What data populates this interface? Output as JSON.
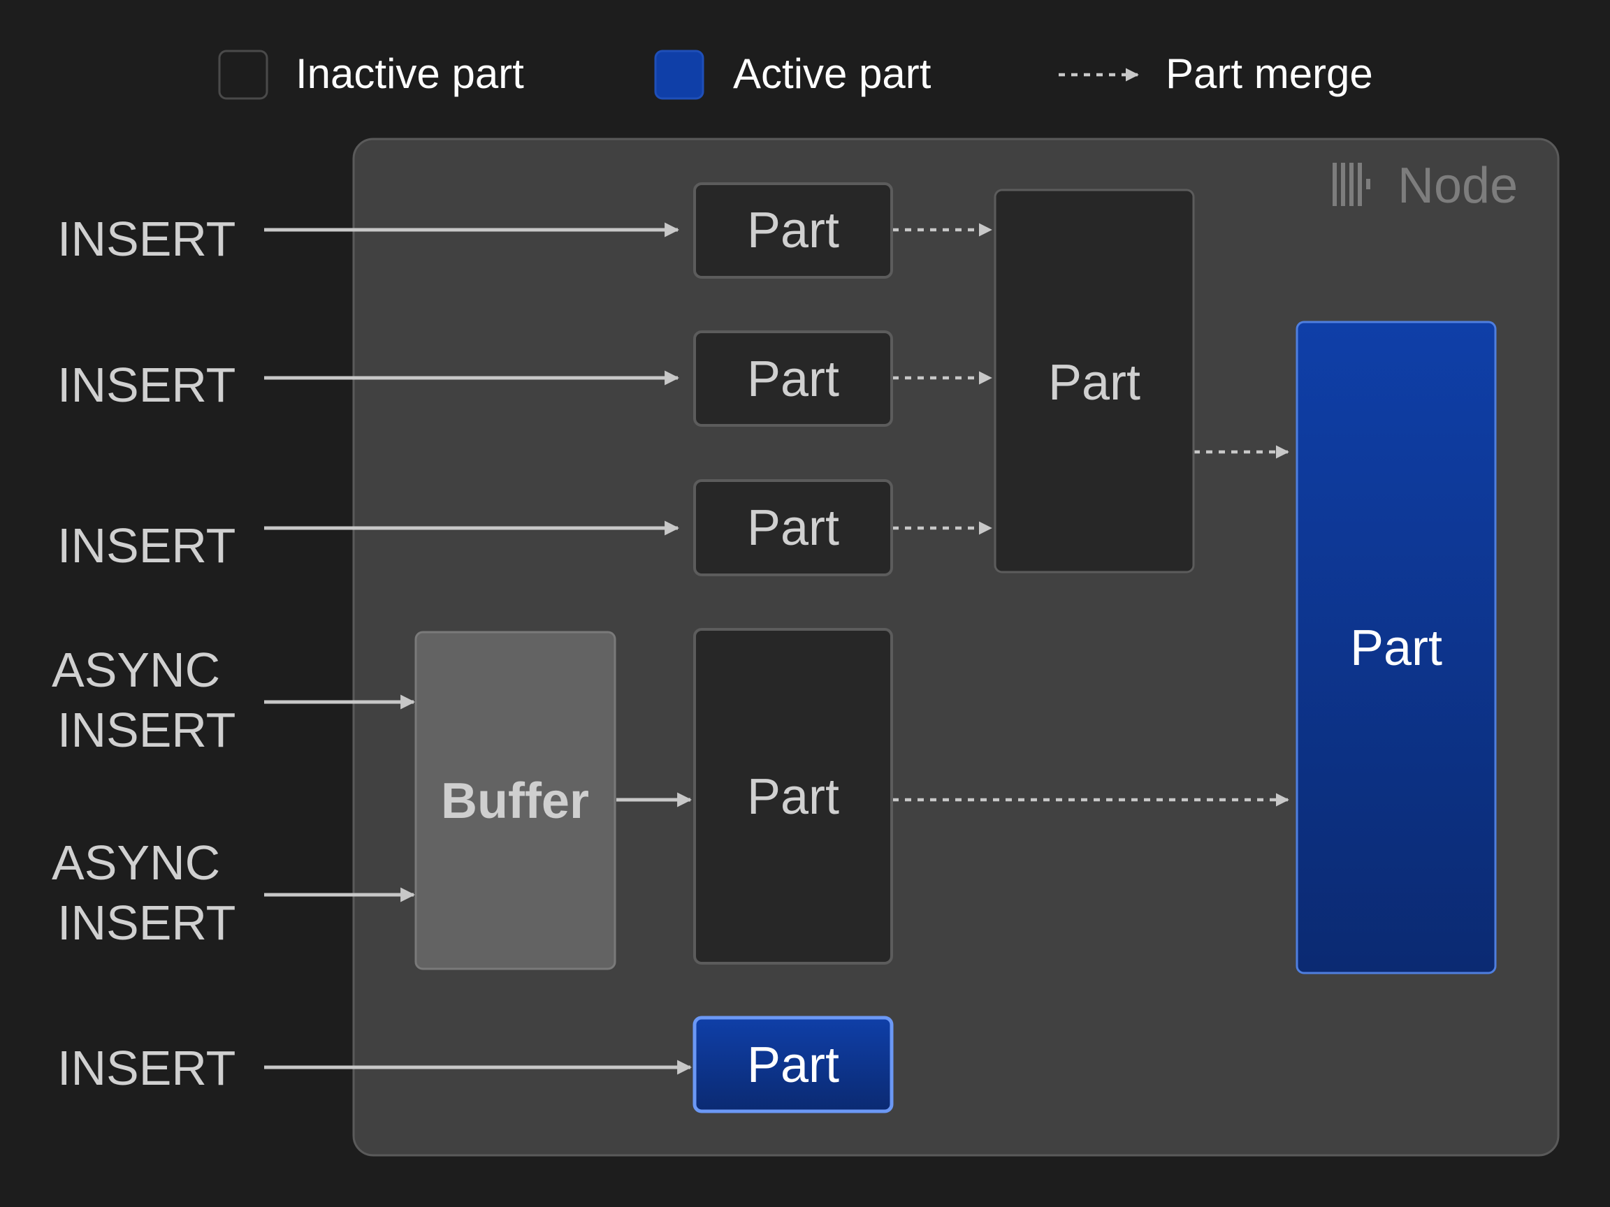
{
  "colors": {
    "background": "#1d1d1d",
    "node_fill": "#414141",
    "node_border": "#5a5a5a",
    "inactive_fill": "#272727",
    "inactive_border": "#5c5c5c",
    "active_fill_top": "#0f3fa8",
    "active_fill_bottom": "#0b2a72",
    "active_border": "#5e8df0",
    "buffer_fill": "#636363",
    "arrow": "#c8c8c8",
    "text_light": "#ffffff",
    "text_muted": "#d0d0d0",
    "node_label": "#7d7d7d"
  },
  "legend": {
    "inactive_label": "Inactive part",
    "active_label": "Active part",
    "merge_label": "Part merge"
  },
  "node": {
    "label": "Node",
    "icon": "clickhouse-logo-icon"
  },
  "inputs": {
    "insert_1": "INSERT",
    "insert_2": "INSERT",
    "insert_3": "INSERT",
    "async_1_line1": "ASYNC",
    "async_1_line2": "INSERT",
    "async_2_line1": "ASYNC",
    "async_2_line2": "INSERT",
    "insert_4": "INSERT"
  },
  "boxes": {
    "part_1": "Part",
    "part_2": "Part",
    "part_3": "Part",
    "merged_part": "Part",
    "buffer": "Buffer",
    "buffer_part": "Part",
    "final_part": "Part",
    "new_part": "Part"
  }
}
